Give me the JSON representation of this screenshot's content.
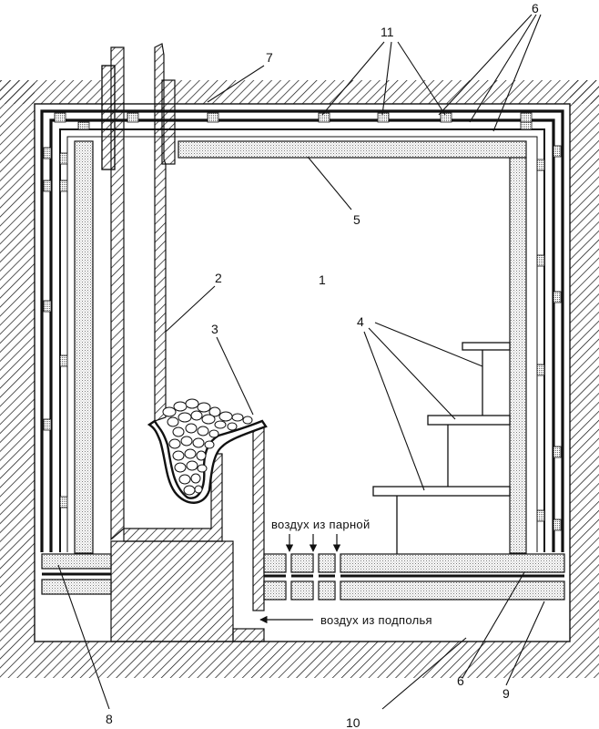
{
  "labels": {
    "l1": "1",
    "l2": "2",
    "l3": "3",
    "l4": "4",
    "l5": "5",
    "l6a": "6",
    "l6b": "6",
    "l7": "7",
    "l8": "8",
    "l9": "9",
    "l10": "10",
    "l11": "11"
  },
  "captions": {
    "air_from_steam_room": "воздух из парной",
    "air_from_underfloor": "воздух из подполья"
  },
  "colors": {
    "line": "#111111",
    "fill": "#ffffff",
    "insulation": "#e2e2e2"
  }
}
